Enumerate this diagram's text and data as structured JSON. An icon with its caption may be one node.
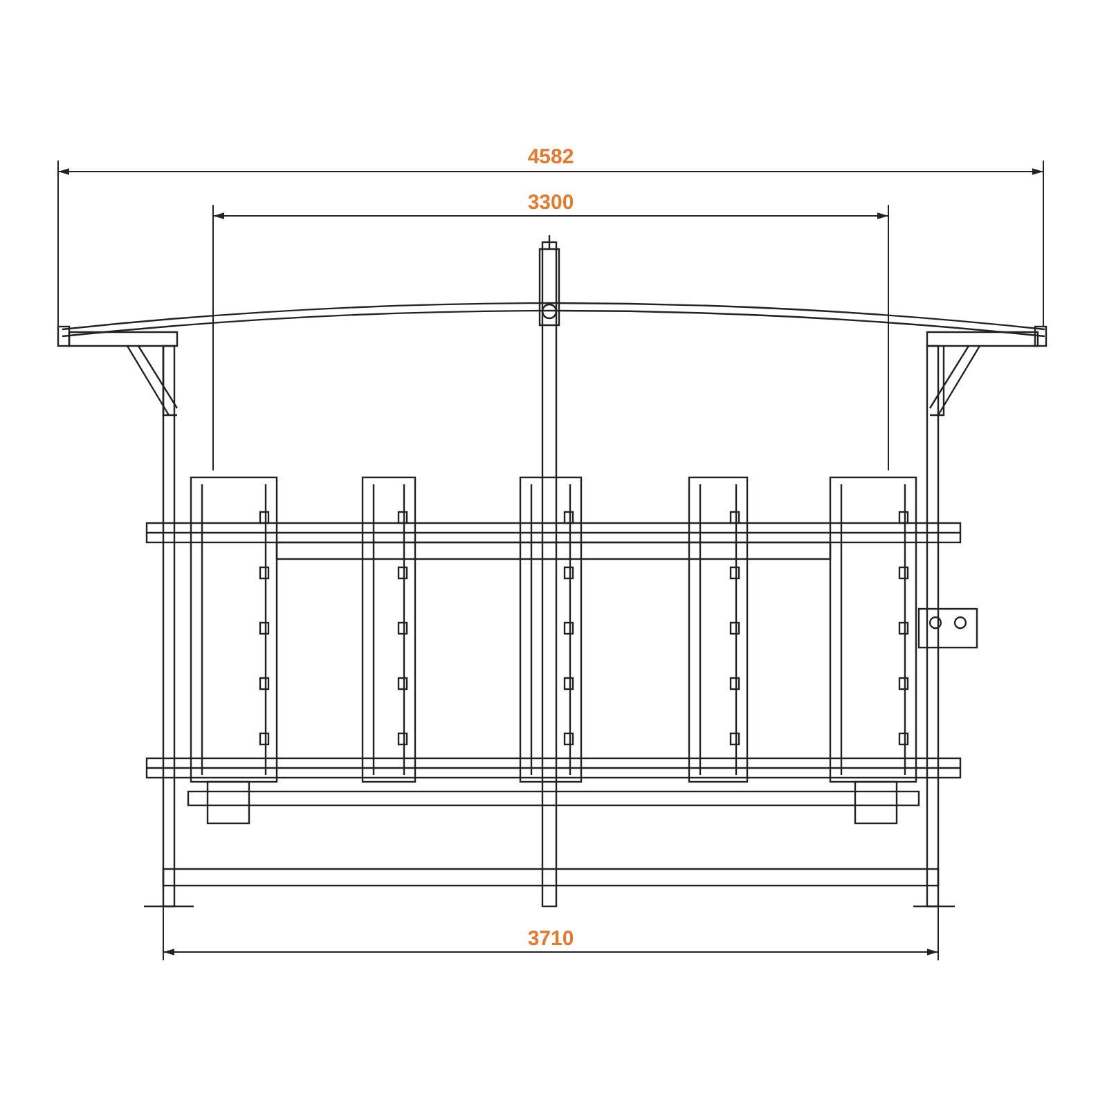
{
  "diagram": {
    "labels": [
      "4582",
      "3300",
      "3710"
    ]
  }
}
